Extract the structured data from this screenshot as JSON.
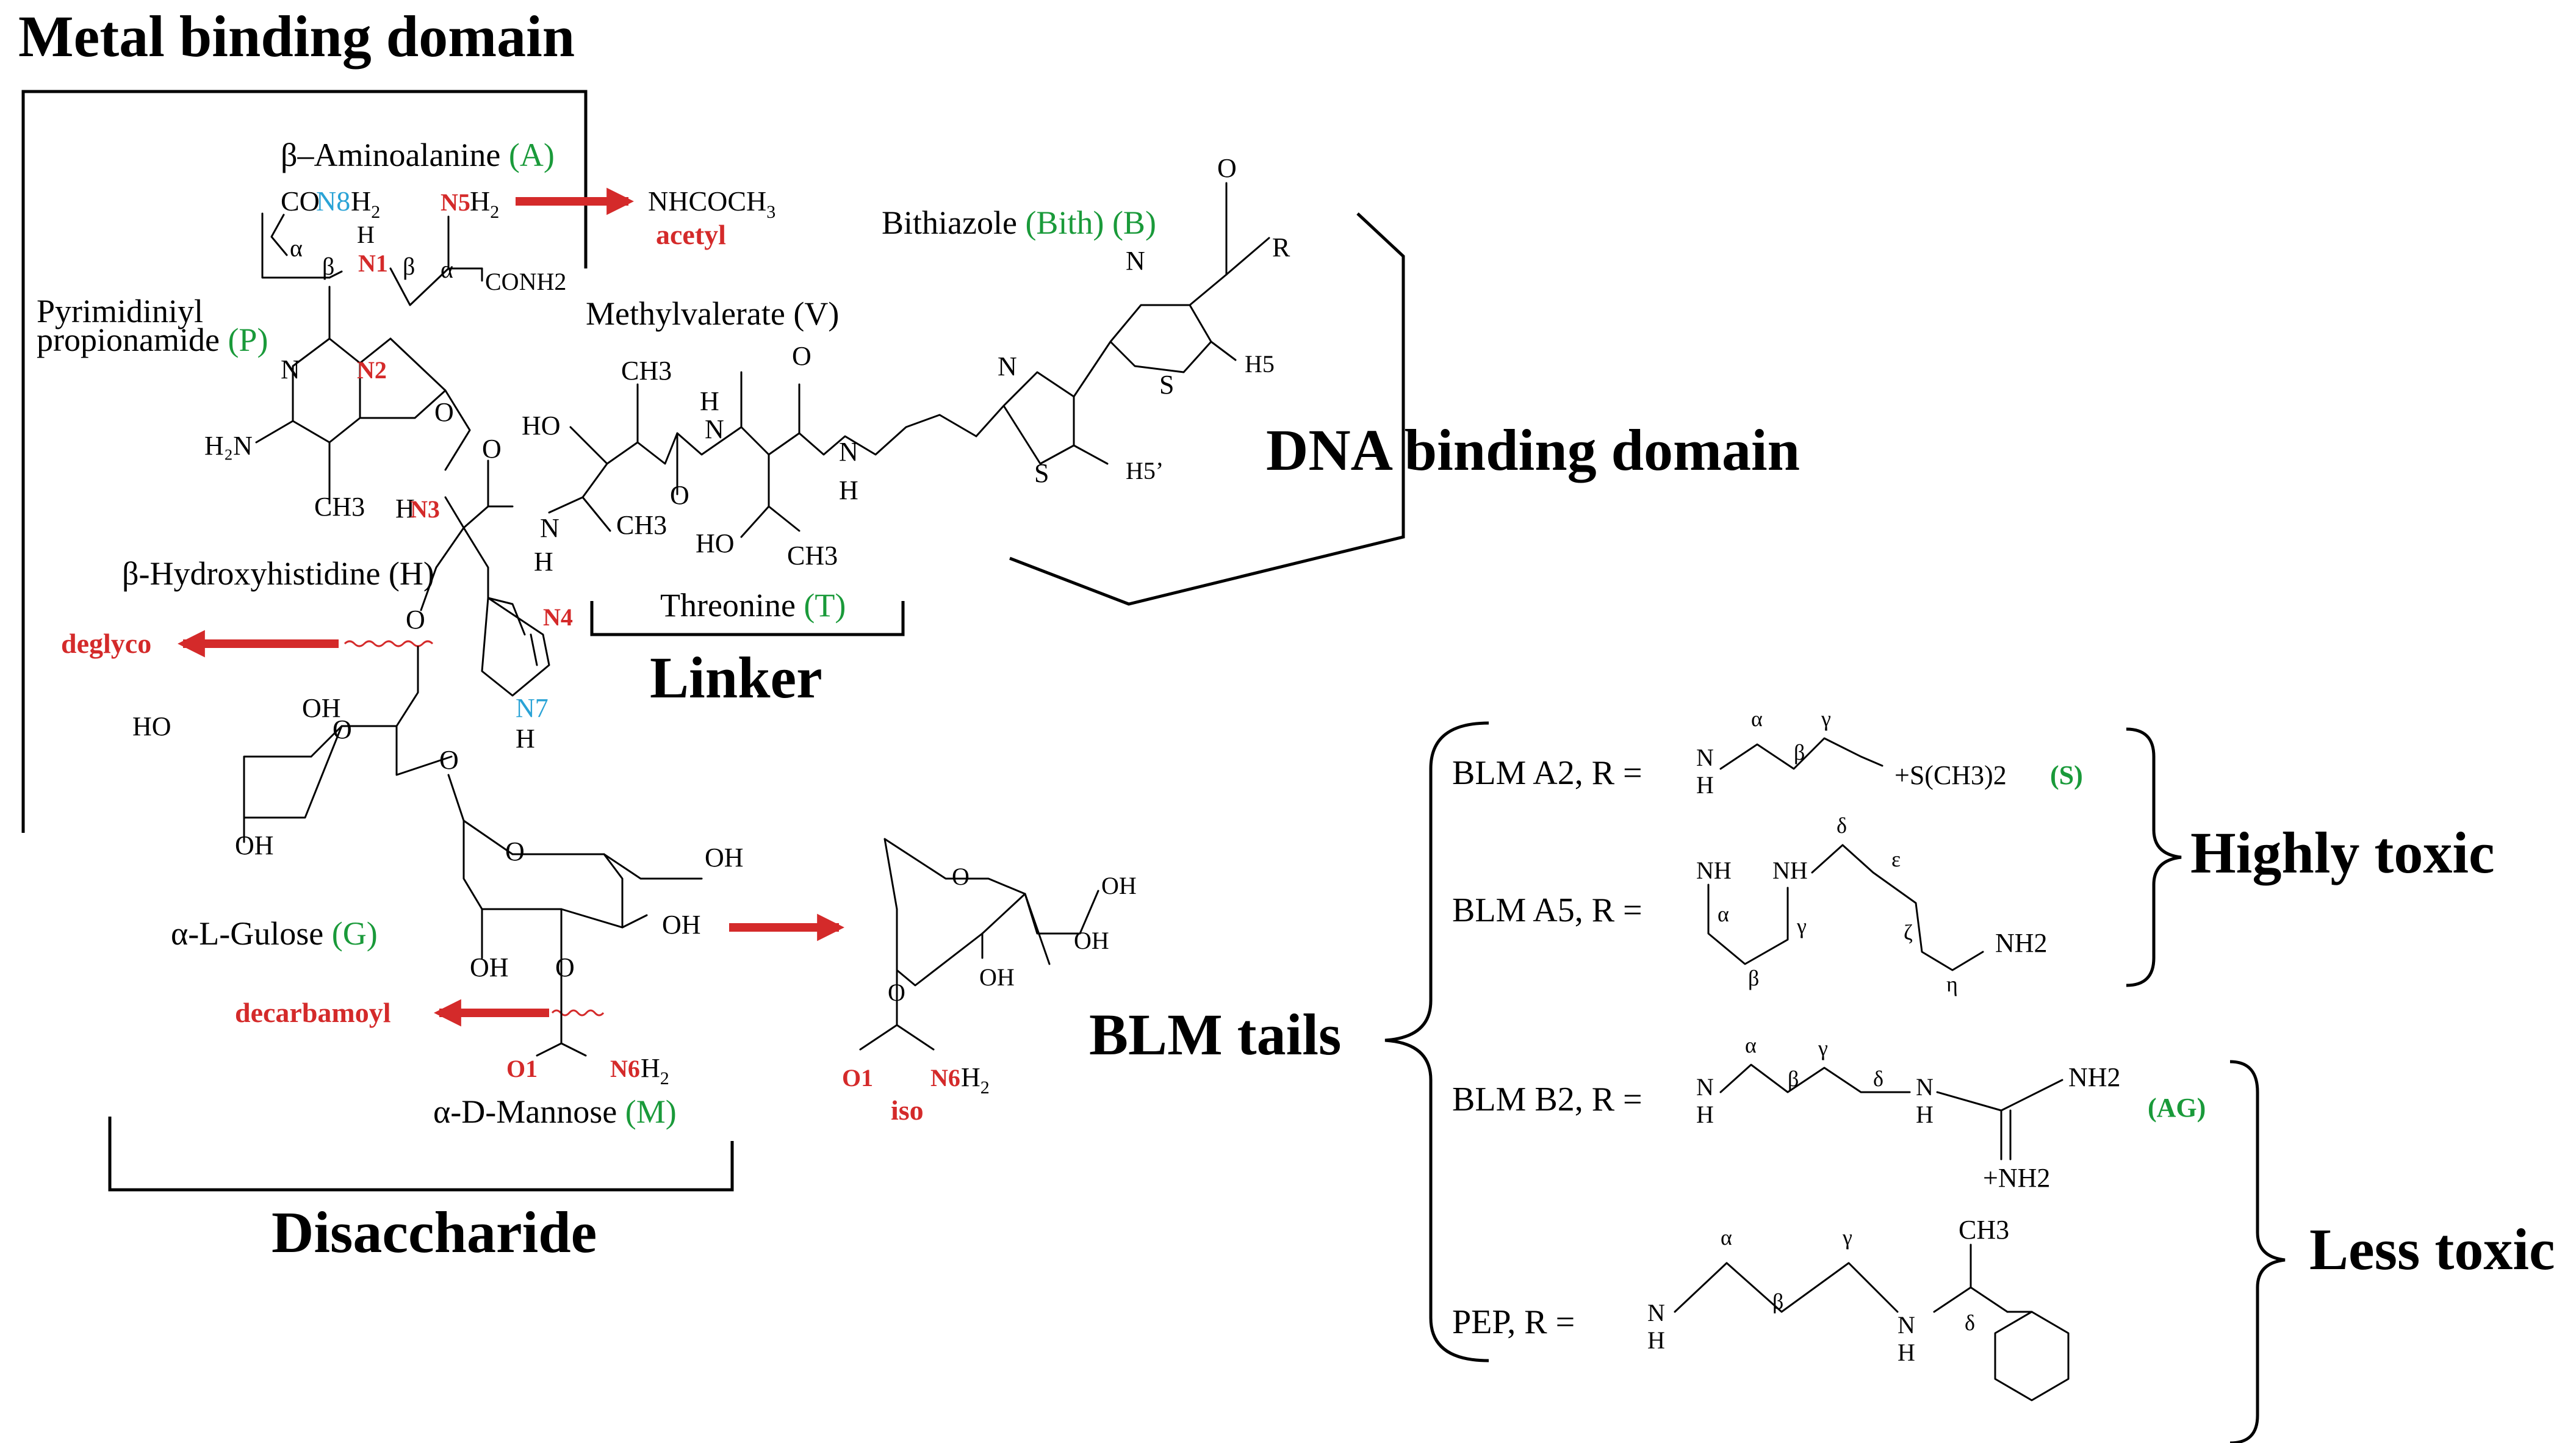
{
  "headers": {
    "metal_binding": "Metal binding domain",
    "dna_binding": "DNA binding domain",
    "linker": "Linker",
    "disaccharide": "Disaccharide",
    "blm_tails": "BLM tails",
    "highly_toxic": "Highly toxic",
    "less_toxic": "Less toxic"
  },
  "residues": {
    "aminoalanine": {
      "name": "β–Aminoalanine",
      "code": "(A)"
    },
    "pyrimidinyl_line1": "Pyrimidiniyl",
    "pyrimidinyl_line2": "propionamide",
    "pyrimidinyl_code": "(P)",
    "methylvalerate": "Methylvalerate (V)",
    "bithiazole": {
      "name": "Bithiazole",
      "code1": "(Bith)",
      "code2": "(B)"
    },
    "hydroxyhistidine": "β-Hydroxyhistidine (H)",
    "threonine": {
      "name": "Threonine",
      "code": "(T)"
    },
    "gulose": {
      "name": "α-L-Gulose",
      "code": "(G)"
    },
    "mannose": {
      "name": "α-D-Mannose",
      "code": "(M)"
    }
  },
  "modifications": {
    "acetyl": "acetyl",
    "nhcoch3": "NHCOCH",
    "deglyco": "deglyco",
    "decarbamoyl": "decarbamoyl",
    "iso": "iso"
  },
  "atoms": {
    "n8": "N8",
    "n5": "N5",
    "n1": "N1",
    "n2": "N2",
    "n3": "N3",
    "n4": "N4",
    "n7": "N7",
    "n6": "N6",
    "o1": "O1",
    "co_prefix": "CO",
    "h2": "H",
    "conh2": "CONH2",
    "h5": "H5",
    "h5p": "H5’",
    "h2n": "H₂N",
    "ch3": "CH3",
    "hn": "H",
    "n": "N",
    "h": "H",
    "o": "O",
    "s": "S",
    "r": "R",
    "ho": "HO",
    "oh": "OH",
    "nh": "NH",
    "nh2": "NH2"
  },
  "greek": {
    "alpha": "α",
    "beta": "β",
    "gamma": "γ",
    "delta": "δ",
    "epsilon": "ε",
    "zeta": "ζ",
    "eta": "η"
  },
  "tails": [
    {
      "label": "BLM A2, R =",
      "tag": "(S)",
      "group": "+S(CH3)2"
    },
    {
      "label": "BLM A5, R =",
      "tag": "",
      "group": "NH2"
    },
    {
      "label": "BLM B2, R =",
      "tag": "(AG)",
      "group": "+NH2"
    },
    {
      "label": "PEP, R =",
      "tag": "",
      "group": "CH3"
    }
  ],
  "colors": {
    "accent_red": "#d42a2a",
    "residue_green": "#1a9a3a",
    "atom_blue": "#2aa3d6"
  }
}
